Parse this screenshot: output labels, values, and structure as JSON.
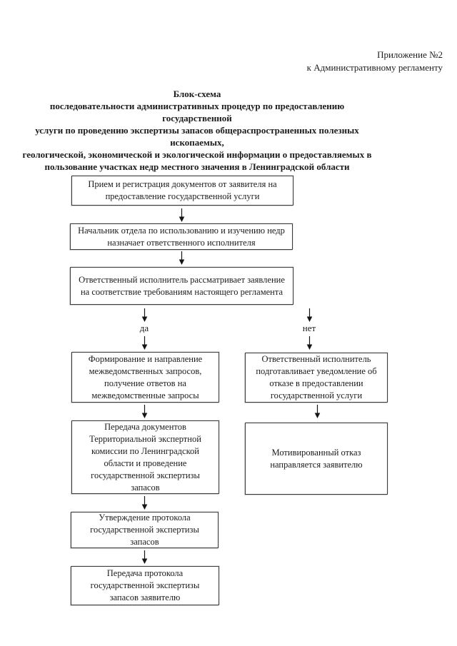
{
  "document": {
    "annotation": {
      "line1": "Приложение №2",
      "line2": "к Административному регламенту"
    },
    "title_lines": [
      "Блок-схема",
      "последовательности административных процедур по предоставлению государственной",
      "услуги по проведению экспертизы запасов общераспространенных полезных ископаемых,",
      "геологической, экономической и экологической информации о предоставляемых в",
      "пользование участках недр местного значения в Ленинградской области"
    ],
    "flow": {
      "box_receive": "Прием и регистрация документов от заявителя на предоставление государственной услуги",
      "box_assign": "Начальник отдела по использованию и изучению недр назначает ответственного исполнителя",
      "box_review": "Ответственный исполнитель рассматривает заявление на соответствие требованиям настоящего регламента",
      "label_yes": "да",
      "label_no": "нет",
      "box_requests": "Формирование и направление межведомственных запросов, получение ответов на межведомственные запросы",
      "box_refusal_notice": "Ответственный исполнитель подготавливает уведомление об отказе в предоставлении государственной услуги",
      "box_transfer_expertise": "Передача документов Территориальной экспертной комиссии по Ленинградской области и проведение государственной экспертизы запасов",
      "box_motivated_refusal": "Мотивированный отказ направляется заявителю",
      "box_approve_protocol": "Утверждение протокола государственной экспертизы запасов",
      "box_deliver_protocol": "Передача протокола государственной экспертизы запасов заявителю"
    }
  }
}
